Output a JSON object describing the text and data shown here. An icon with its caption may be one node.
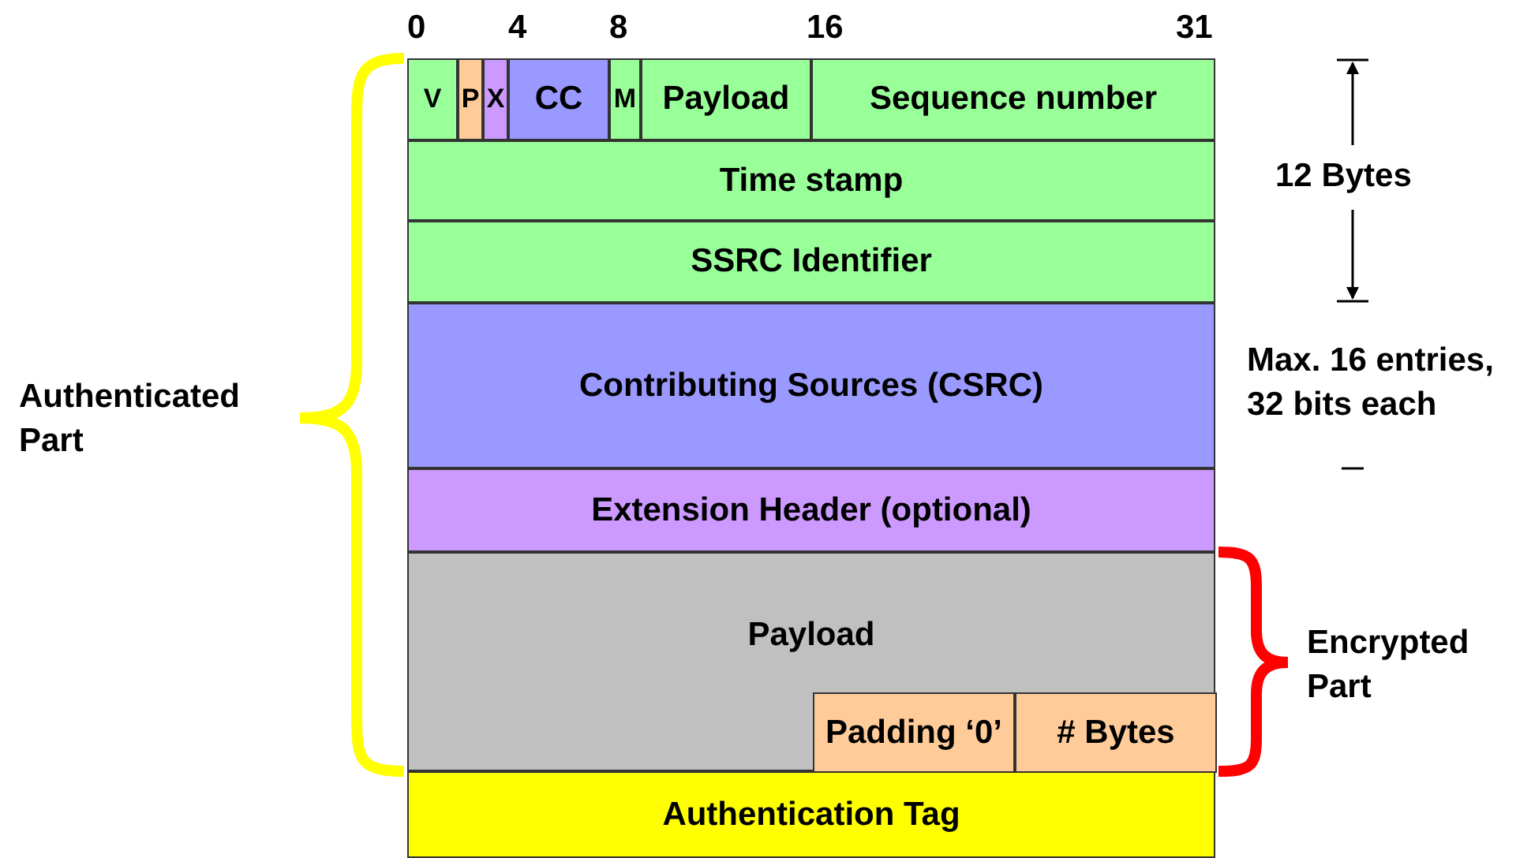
{
  "diagram": {
    "nodes": [
      {
        "text": [
          "V"
        ]
      },
      {
        "text": [
          "P"
        ]
      },
      {
        "text": [
          "X"
        ]
      },
      {
        "text": [
          "CC"
        ]
      },
      {
        "text": [
          "M"
        ]
      },
      {
        "text": [
          "Payload"
        ]
      },
      {
        "text": [
          "Sequence number"
        ]
      },
      {
        "text": [
          "Time stamp"
        ]
      },
      {
        "text": [
          "SSRC Identifier"
        ]
      },
      {
        "text": [
          "Contributing Sources (CSRC)"
        ]
      },
      {
        "text": [
          "Extension Header (optional)"
        ]
      },
      {
        "text": [
          "Payload"
        ]
      },
      {
        "text": [
          "Padding ‘0’"
        ],
        "in": 11
      },
      {
        "text": [
          "# Bytes"
        ],
        "in": 11
      },
      {
        "text": [
          "Authentication Tag"
        ]
      }
    ],
    "edges": [],
    "labels": [
      "0",
      "4",
      "8",
      "16",
      "31",
      "12 Bytes",
      "Max. 16 entries, 32 bits each",
      "Authenticated Part",
      "Encrypted Part"
    ]
  }
}
